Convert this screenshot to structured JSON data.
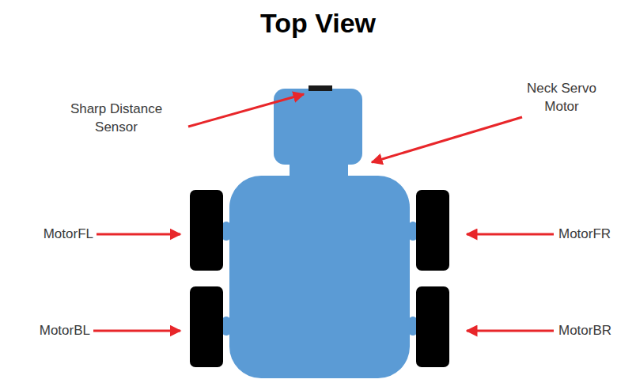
{
  "diagram": {
    "title": "Top View",
    "labels": [
      "Sharp Distance Sensor",
      "Neck Servo Motor",
      "MotorFL",
      "MotorFR",
      "MotorBL",
      "MotorBR"
    ]
  }
}
